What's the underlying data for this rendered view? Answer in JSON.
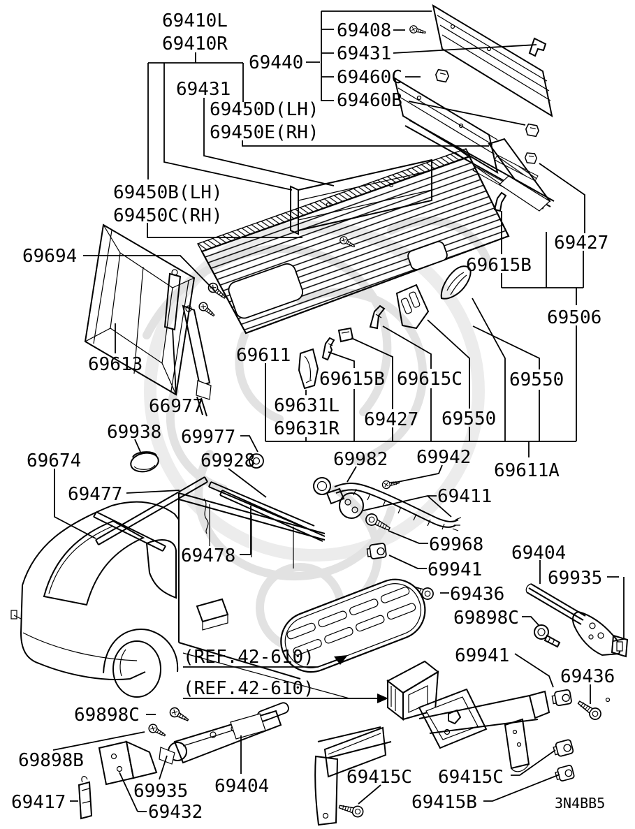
{
  "page": {
    "background": "#ffffff",
    "ink": "#000000",
    "watermark_color": "#e2e2e2"
  },
  "diagram": {
    "drawing_code": "3N4BB5",
    "labels": [
      {
        "id": "69410L",
        "text": "69410L"
      },
      {
        "id": "69410R",
        "text": "69410R"
      },
      {
        "id": "69440",
        "text": "69440"
      },
      {
        "id": "69431",
        "text": "69431"
      },
      {
        "id": "69450D-LH",
        "text": "69450D(LH)"
      },
      {
        "id": "69450E-RH",
        "text": "69450E(RH)"
      },
      {
        "id": "69408",
        "text": "69408"
      },
      {
        "id": "69431-2",
        "text": "69431"
      },
      {
        "id": "69460C",
        "text": "69460C"
      },
      {
        "id": "69460B",
        "text": "69460B"
      },
      {
        "id": "69450B-LH",
        "text": "69450B(LH)"
      },
      {
        "id": "69450C-RH",
        "text": "69450C(RH)"
      },
      {
        "id": "69694",
        "text": "69694"
      },
      {
        "id": "69427",
        "text": "69427"
      },
      {
        "id": "69615B",
        "text": "69615B"
      },
      {
        "id": "69506",
        "text": "69506"
      },
      {
        "id": "69613",
        "text": "69613"
      },
      {
        "id": "69611",
        "text": "69611"
      },
      {
        "id": "69615B-2",
        "text": "69615B"
      },
      {
        "id": "69615C",
        "text": "69615C"
      },
      {
        "id": "69550",
        "text": "69550"
      },
      {
        "id": "66977",
        "text": "66977"
      },
      {
        "id": "69631L",
        "text": "69631L"
      },
      {
        "id": "69631R",
        "text": "69631R"
      },
      {
        "id": "69427-2",
        "text": "69427"
      },
      {
        "id": "69550-2",
        "text": "69550"
      },
      {
        "id": "69938",
        "text": "69938"
      },
      {
        "id": "69977",
        "text": "69977"
      },
      {
        "id": "69674",
        "text": "69674"
      },
      {
        "id": "69928",
        "text": "69928"
      },
      {
        "id": "69982",
        "text": "69982"
      },
      {
        "id": "69942",
        "text": "69942"
      },
      {
        "id": "69611A",
        "text": "69611A"
      },
      {
        "id": "69477",
        "text": "69477"
      },
      {
        "id": "69411",
        "text": "69411"
      },
      {
        "id": "69478",
        "text": "69478"
      },
      {
        "id": "69968",
        "text": "69968"
      },
      {
        "id": "69941",
        "text": "69941"
      },
      {
        "id": "69404",
        "text": "69404"
      },
      {
        "id": "69935",
        "text": "69935"
      },
      {
        "id": "69436",
        "text": "69436"
      },
      {
        "id": "69898C",
        "text": "69898C"
      },
      {
        "id": "ref-1",
        "text": "(REF.42-610)"
      },
      {
        "id": "ref-2",
        "text": "(REF.42-610)"
      },
      {
        "id": "69941-2",
        "text": "69941"
      },
      {
        "id": "69436-2",
        "text": "69436"
      },
      {
        "id": "69898C-2",
        "text": "69898C"
      },
      {
        "id": "69898B",
        "text": "69898B"
      },
      {
        "id": "69417",
        "text": "69417"
      },
      {
        "id": "69935-2",
        "text": "69935"
      },
      {
        "id": "69432",
        "text": "69432"
      },
      {
        "id": "69404-2",
        "text": "69404"
      },
      {
        "id": "69415C",
        "text": "69415C"
      },
      {
        "id": "69415C-2",
        "text": "69415C"
      },
      {
        "id": "69415B",
        "text": "69415B"
      }
    ]
  }
}
